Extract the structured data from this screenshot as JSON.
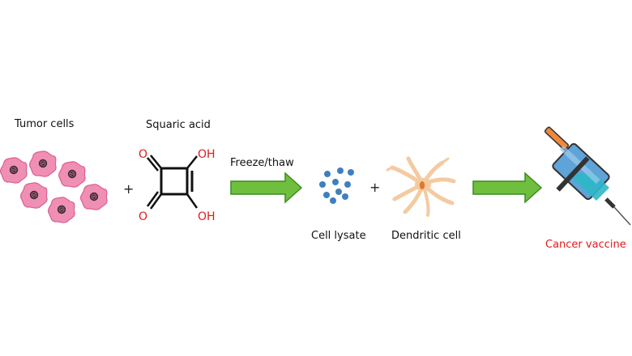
{
  "labels": {
    "tumor_cells": "Tumor cells",
    "squaric_acid": "Squaric acid",
    "freeze_thaw": "Freeze/thaw",
    "cell_lysate": "Cell lysate",
    "dendritic_cell": "Dendritic cell",
    "cancer_vaccine": "Cancer vaccine"
  },
  "symbols": {
    "plus_1": "+",
    "plus_2": "+"
  },
  "molecule": {
    "oxygen_top": "O",
    "oxygen_bottom": "O",
    "hydroxyl_top": "OH",
    "hydroxyl_bottom": "OH"
  },
  "icons": {
    "tumor": "tumor-cell-icon",
    "lysate": "lysate-particles-icon",
    "dendritic": "dendritic-cell-icon",
    "syringe": "syringe-icon",
    "arrow": "process-arrow-icon"
  },
  "colors": {
    "tumor_fill": "#f08fb4",
    "tumor_stroke": "#d95f92",
    "oxygen_red": "#e11b1b",
    "arrow_green": "#6fbf3f",
    "arrow_stroke": "#3f8a22",
    "lysate_blue": "#3f7fc0",
    "dendritic_fill": "#f4caa0",
    "syringe_barrel": "#5fa3d8",
    "syringe_liquid": "#2fb7c8",
    "plunger_orange": "#f0883a",
    "vaccine_red": "#e11b1b"
  }
}
